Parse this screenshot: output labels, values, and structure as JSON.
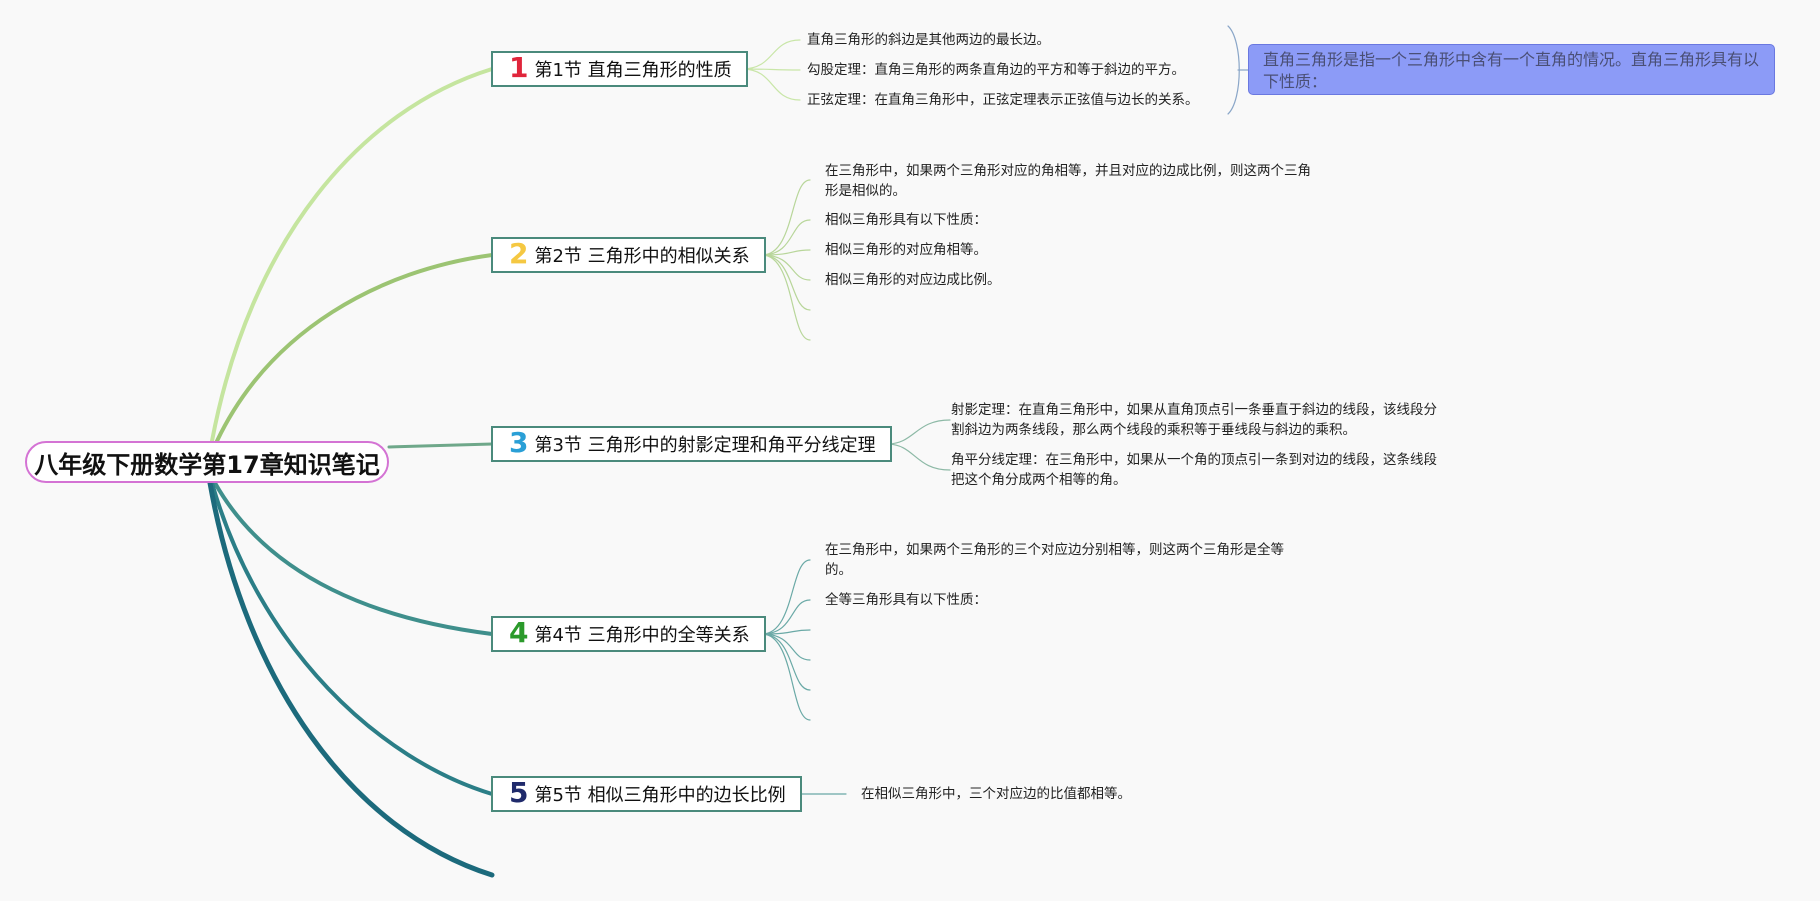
{
  "title": "八年级下册数学第17章知识笔记",
  "colors": {
    "root_border": "#d473d4",
    "topic_border": "#4a8a7c",
    "note_bg": "#8c9bf7",
    "num1": "#e0253b",
    "num2": "#f5c842",
    "num3": "#2a9fd6",
    "num4": "#2b9a2b",
    "num5": "#1f2a6b",
    "branch1": "#c5e59f",
    "branch2": "#9cc473",
    "branch3": "#6fa88a",
    "branch4": "#3f8f8c",
    "branch5": "#2b7e87",
    "branch6": "#1c6a7c"
  },
  "topics": [
    {
      "num": "1",
      "label": "第1节 直角三角形的性质",
      "leaves": [
        "直角三角形的斜边是其他两边的最长边。",
        "勾股定理：直角三角形的两条直角边的平方和等于斜边的平方。",
        "正弦定理：在直角三角形中，正弦定理表示正弦值与边长的关系。"
      ],
      "note": "直角三角形是指一个三角形中含有一个直角的情况。直角三角形具有以下性质："
    },
    {
      "num": "2",
      "label": "第2节 三角形中的相似关系",
      "leaves": [
        "在三角形中，如果两个三角形对应的角相等，并且对应的边成比例，则这两个三角形是相似的。",
        "相似三角形具有以下性质：",
        "相似三角形的对应角相等。",
        "相似三角形的对应边成比例。"
      ]
    },
    {
      "num": "3",
      "label": "第3节 三角形中的射影定理和角平分线定理",
      "leaves": [
        "射影定理：在直角三角形中，如果从直角顶点引一条垂直于斜边的线段，该线段分割斜边为两条线段，那么两个线段的乘积等于垂线段与斜边的乘积。",
        "角平分线定理：在三角形中，如果从一个角的顶点引一条到对边的线段，这条线段把这个角分成两个相等的角。"
      ]
    },
    {
      "num": "4",
      "label": "第4节 三角形中的全等关系",
      "leaves": [
        "在三角形中，如果两个三角形的三个对应边分别相等，则这两个三角形是全等的。",
        "全等三角形具有以下性质："
      ]
    },
    {
      "num": "5",
      "label": "第5节 相似三角形中的边长比例",
      "leaves": [
        "在相似三角形中，三个对应边的比值都相等。"
      ]
    }
  ]
}
